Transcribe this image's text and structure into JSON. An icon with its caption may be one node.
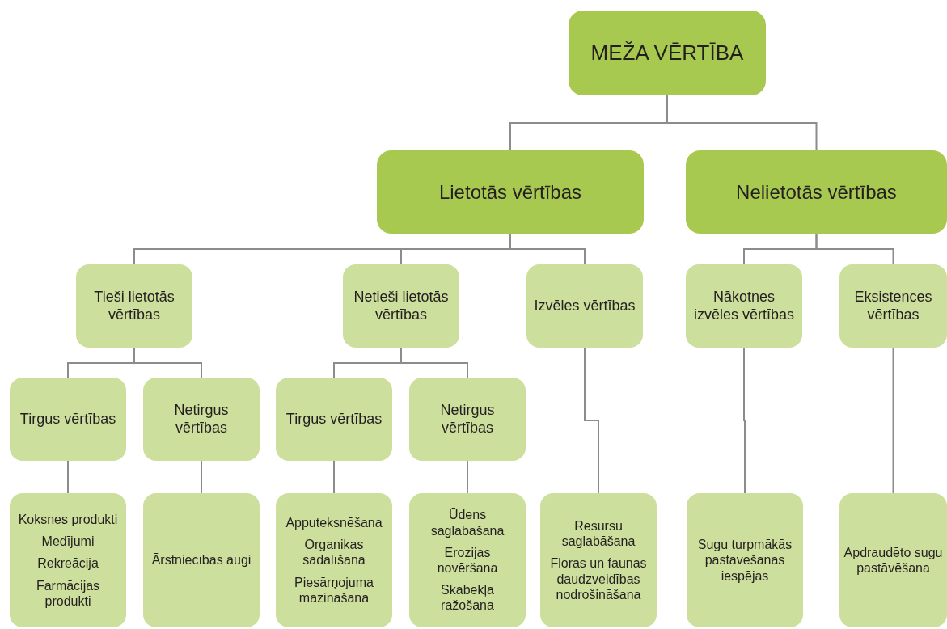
{
  "diagram": {
    "nodes": [
      {
        "text": [
          "MEŽA VĒRTĪBA"
        ]
      },
      {
        "text": [
          "Lietotās vērtības"
        ]
      },
      {
        "text": [
          "Nelietotās vērtības"
        ]
      },
      {
        "text": [
          "Tieši lietotās vērtības"
        ]
      },
      {
        "text": [
          "Netieši lietotās vērtības"
        ]
      },
      {
        "text": [
          "Izvēles vērtības"
        ]
      },
      {
        "text": [
          "Nākotnes izvēles vērtības"
        ]
      },
      {
        "text": [
          "Eksistences vērtības"
        ]
      },
      {
        "text": [
          "Tirgus vērtības"
        ]
      },
      {
        "text": [
          "Netirgus vērtības"
        ]
      },
      {
        "text": [
          "Tirgus vērtības"
        ]
      },
      {
        "text": [
          "Netirgus vērtības"
        ]
      },
      {
        "text": [
          "Koksnes produkti",
          "Medījumi",
          "Rekreācija",
          "Farmācijas produkti"
        ]
      },
      {
        "text": [
          "Ārstniecības augi"
        ]
      },
      {
        "text": [
          "Apputeksnēšana",
          "Organikas sadalīšana",
          "Piesārņojuma mazināšana"
        ]
      },
      {
        "text": [
          "Ūdens saglabāšana",
          "Erozijas novēršana",
          "Skābekļa ražošana"
        ]
      },
      {
        "text": [
          "Resursu saglabāšana",
          "Floras un faunas daudzveidības nodrošināšana"
        ]
      },
      {
        "text": [
          "Sugu turpmākās pastāvēšanas iespējas"
        ]
      },
      {
        "text": [
          "Apdraudēto sugu pastāvēšana"
        ]
      }
    ],
    "edges": [
      {
        "from": 0,
        "to": 1,
        "arrow": "none"
      },
      {
        "from": 0,
        "to": 2,
        "arrow": "none"
      },
      {
        "from": 1,
        "to": 3,
        "arrow": "none"
      },
      {
        "from": 1,
        "to": 4,
        "arrow": "none"
      },
      {
        "from": 1,
        "to": 5,
        "arrow": "none"
      },
      {
        "from": 2,
        "to": 6,
        "arrow": "none"
      },
      {
        "from": 2,
        "to": 7,
        "arrow": "none"
      },
      {
        "from": 3,
        "to": 8,
        "arrow": "none"
      },
      {
        "from": 3,
        "to": 9,
        "arrow": "none"
      },
      {
        "from": 4,
        "to": 10,
        "arrow": "none"
      },
      {
        "from": 4,
        "to": 11,
        "arrow": "none"
      },
      {
        "from": 8,
        "to": 12,
        "arrow": "none"
      },
      {
        "from": 9,
        "to": 13,
        "arrow": "none"
      },
      {
        "from": 10,
        "to": 14,
        "arrow": "none"
      },
      {
        "from": 11,
        "to": 15,
        "arrow": "none"
      },
      {
        "from": 5,
        "to": 16,
        "arrow": "none"
      },
      {
        "from": 6,
        "to": 17,
        "arrow": "none"
      },
      {
        "from": 7,
        "to": 18,
        "arrow": "none"
      }
    ]
  }
}
